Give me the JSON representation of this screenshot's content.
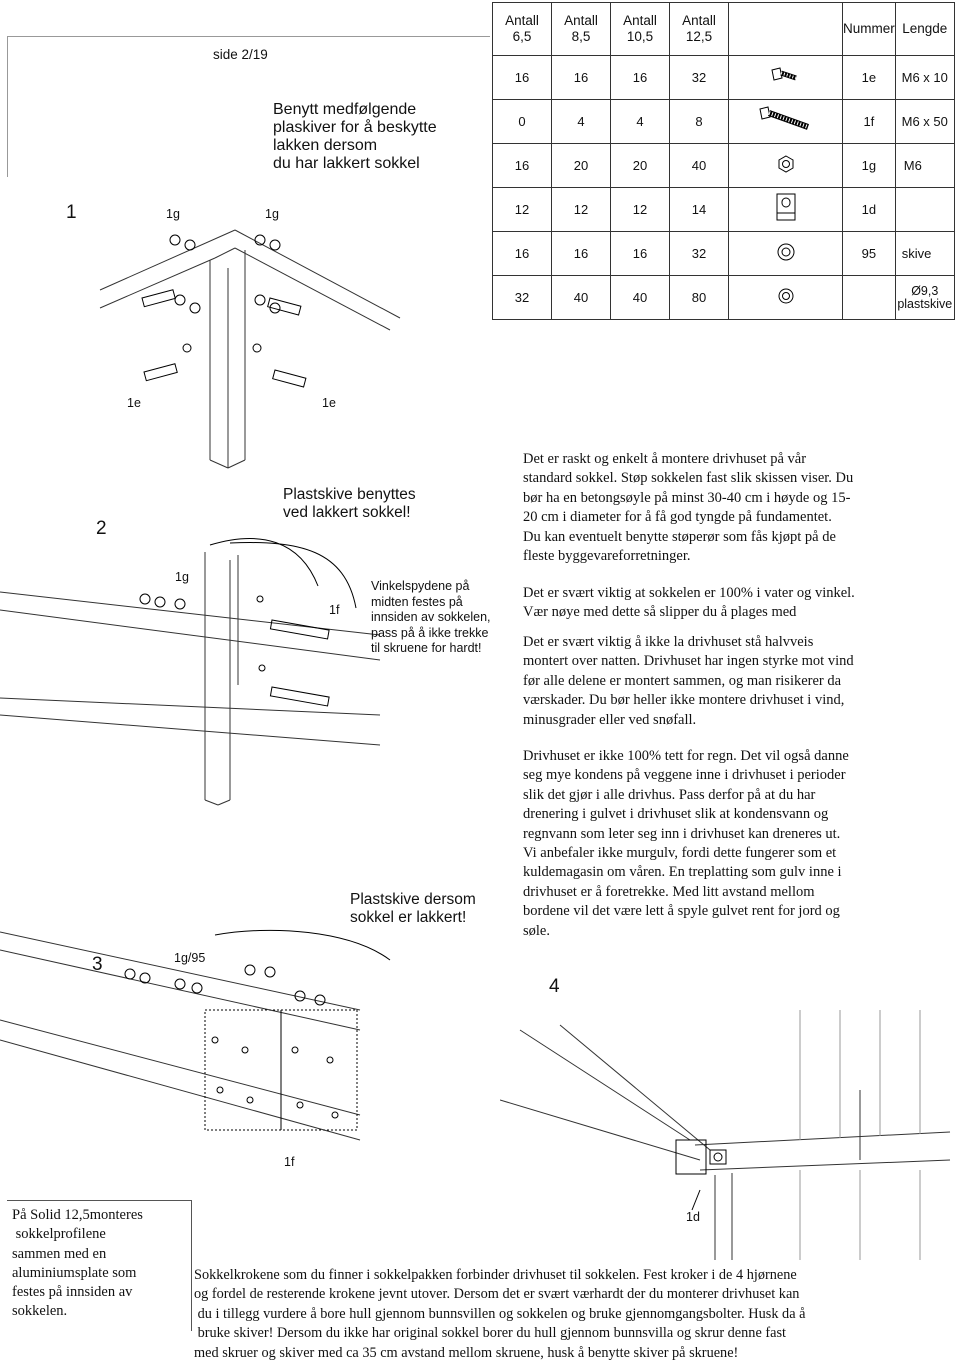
{
  "page_label": "side 2/19",
  "notice_lines": [
    "Benytt medfølgende",
    "plaskiver for å beskytte",
    "lakken dersom",
    "du har lakkert sokkel"
  ],
  "parts_table": {
    "headers": [
      {
        "top": "Antall",
        "bottom": "6,5"
      },
      {
        "top": "Antall",
        "bottom": "8,5"
      },
      {
        "top": "Antall",
        "bottom": "10,5"
      },
      {
        "top": "Antall",
        "bottom": "12,5"
      },
      {
        "top": "",
        "bottom": ""
      },
      {
        "top": "Nummer",
        "bottom": ""
      },
      {
        "top": "Lengde",
        "bottom": ""
      }
    ],
    "rows": [
      {
        "q1": "16",
        "q2": "16",
        "q3": "16",
        "q4": "32",
        "icon": "short-bolt-icon",
        "nummer": "1e",
        "lengde": "M6 x 10"
      },
      {
        "q1": "0",
        "q2": "4",
        "q3": "4",
        "q4": "8",
        "icon": "long-bolt-icon",
        "nummer": "1f",
        "lengde": "M6 x 50"
      },
      {
        "q1": "16",
        "q2": "20",
        "q3": "20",
        "q4": "40",
        "icon": "nut-icon",
        "nummer": "1g",
        "lengde": "M6"
      },
      {
        "q1": "12",
        "q2": "12",
        "q3": "12",
        "q4": "14",
        "icon": "hook-icon",
        "nummer": "1d",
        "lengde": ""
      },
      {
        "q1": "16",
        "q2": "16",
        "q3": "16",
        "q4": "32",
        "icon": "washer-icon",
        "nummer": "95",
        "lengde": "skive"
      },
      {
        "q1": "32",
        "q2": "40",
        "q3": "40",
        "q4": "80",
        "icon": "plastic-washer-icon",
        "nummer": "",
        "lengde": "Ø9,3 plastskive"
      }
    ]
  },
  "step1": {
    "number": "1",
    "label_1g_a": "1g",
    "label_1g_b": "1g",
    "label_1e_a": "1e",
    "label_1e_b": "1e"
  },
  "step2": {
    "number": "2",
    "heading_lines": [
      "Plastskive benyttes",
      "ved lakkert sokkel!"
    ],
    "label_1g": "1g",
    "label_1f": "1f",
    "note_lines": [
      "Vinkelspydene på",
      "midten festes på",
      "innsiden av sokkelen,",
      "pass på å ikke trekke",
      "til skruene for hardt!"
    ]
  },
  "step3": {
    "number": "3",
    "heading_lines": [
      "Plastskive dersom",
      "sokkel er lakkert!"
    ],
    "label_1g95": "1g/95",
    "label_1f": "1f"
  },
  "step4": {
    "number": "4",
    "label_1d": "1d"
  },
  "text_block_1": [
    "Det er raskt og enkelt å montere drivhuset på vår",
    "standard sokkel. Støp sokkelen fast slik skissen viser. Du",
    "bør ha en betongsøyle på minst 30-40 cm i høyde og 15-",
    "20 cm i diameter for å få god tyngde på fundamentet.",
    "Du kan eventuelt benytte støperør som fås kjøpt på de",
    "fleste byggevareforretninger."
  ],
  "text_block_2": [
    "Det er svært viktig at sokkelen er 100% i vater og vinkel.",
    "Vær nøye med dette så slipper du å plages med"
  ],
  "text_block_3": [
    "Det er svært viktig å ikke la drivhuset stå halvveis",
    "montert over natten. Drivhuset har ingen styrke mot vind",
    " før alle delene er montert sammen, og man risikerer da",
    "værskader. Du bør heller ikke montere drivhuset i vind,",
    "minusgrader eller ved snøfall."
  ],
  "text_block_4": [
    "Drivhuset er ikke 100% tett for regn. Det vil også danne",
    "seg mye kondens på veggene inne i drivhuset i perioder",
    "slik det gjør i alle drivhus. Pass derfor på at du har",
    "drenering i gulvet i drivhuset slik at kondensvann og",
    "regnvann som leter seg inn i drivhuset kan dreneres ut.",
    "Vi anbefaler ikke murgulv, fordi dette fungerer som et",
    "kuldemagasin om våren. En treplatting som gulv inne i",
    "drivhuset er å foretrekke. Med litt avstand mellom",
    "bordene vil det være lett å spyle gulvet rent for jord og",
    "søle."
  ],
  "solid_note_lines": [
    "På Solid 12,5monteres",
    " sokkelprofilene",
    "sammen med en",
    "aluminiumsplate som",
    "festes på innsiden av",
    "sokkelen."
  ],
  "bottom_text_lines": [
    "Sokkelkrokene som du finner i sokkelpakken forbinder drivhuset til sokkelen. Fest kroker i de 4 hjørnene",
    "og fordel de resterende krokene jevnt utover.  Dersom det er svært værhardt der du monterer drivhuset kan",
    " du i tillegg vurdere å bore hull gjennom bunnsvillen og sokkelen og bruke gjennomgangsbolter. Husk da å",
    " bruke skiver! Dersom du ikke har original sokkel borer du hull gjennom bunnsvilla og skrur denne fast",
    "med skruer og skiver med ca 35 cm avstand mellom skruene, husk å benytte skiver på skruene!"
  ]
}
